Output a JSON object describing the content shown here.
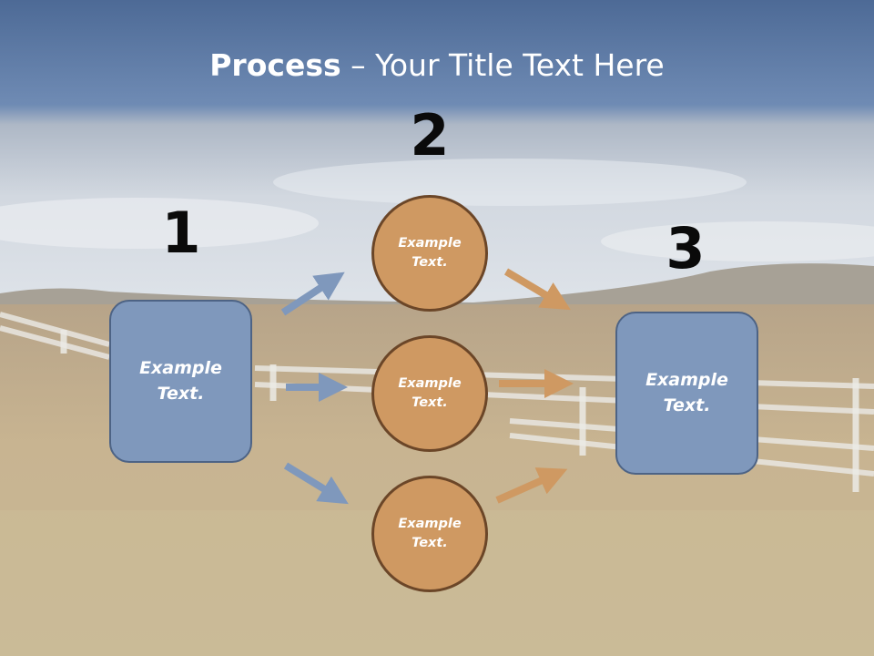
{
  "title": {
    "bold": "Process",
    "rest": " – Your Title Text Here"
  },
  "steps": {
    "one": "1",
    "two": "2",
    "three": "3"
  },
  "nodes": {
    "left_box": "Example\nText.",
    "circle_top": "Example\nText.",
    "circle_middle": "Example\nText.",
    "circle_bottom": "Example\nText.",
    "right_box": "Example\nText."
  },
  "colors": {
    "box_fill": "#7f98bc",
    "circle_fill": "#cf9962",
    "arrow_blue": "#7f98bc",
    "arrow_orange": "#cf9962",
    "title_band": "#4f6d9a"
  }
}
